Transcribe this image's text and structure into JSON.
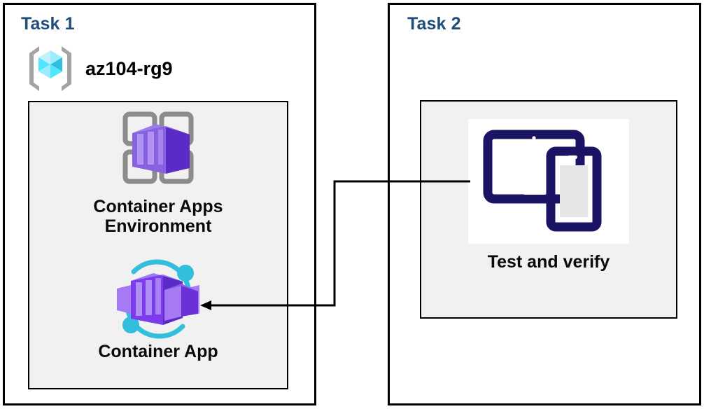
{
  "diagram": {
    "title": "Azure Container Apps task diagram",
    "background": "#ffffff",
    "colors": {
      "panel_border": "#000000",
      "inner_fill": "#f1f1f1",
      "task_title": "#1f4e79",
      "label_text": "#0a0a0a",
      "connector": "#000000",
      "resource_group_cube": "#50e6ff",
      "resource_group_bracket": "#a3a3a3",
      "container_purple": "#773adc",
      "container_purple_light": "#a67af4",
      "container_grid_grey": "#8c8c8c",
      "container_app_cyan": "#32bedd",
      "device_navy": "#1b1464",
      "device_screen_grey": "#e6e6e6"
    }
  },
  "tasks": [
    {
      "id": "task-1",
      "title": "Task 1",
      "resource_group": {
        "icon": "resource-group-icon",
        "name": "az104-rg9"
      },
      "nodes": [
        {
          "id": "container-apps-environment",
          "icon": "container-apps-environment-icon",
          "label": "Container Apps\nEnvironment"
        },
        {
          "id": "container-app",
          "icon": "container-app-icon",
          "label": "Container App"
        }
      ]
    },
    {
      "id": "task-2",
      "title": "Task 2",
      "nodes": [
        {
          "id": "test-and-verify",
          "icon": "devices-icon",
          "label": "Test and verify"
        }
      ]
    }
  ],
  "connectors": [
    {
      "id": "test-to-container-app",
      "from": "test-and-verify",
      "to": "container-app",
      "arrowhead": "to",
      "style": "orthogonal"
    }
  ]
}
